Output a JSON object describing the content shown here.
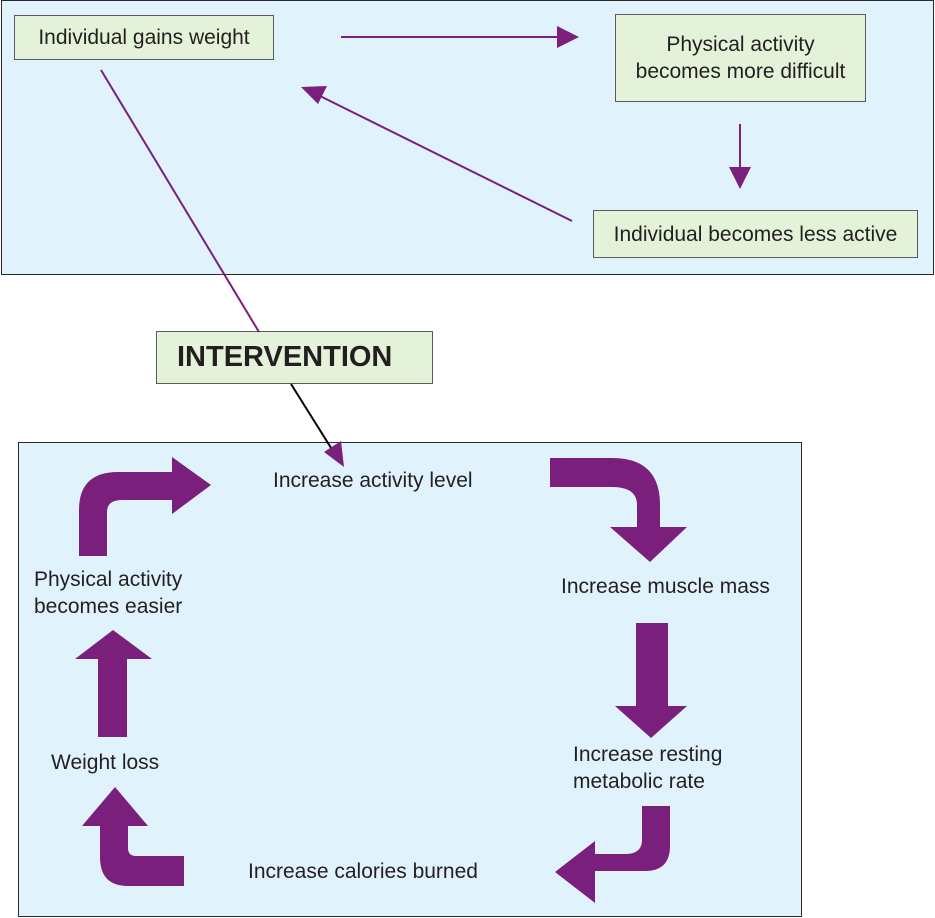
{
  "colors": {
    "arrow": "#7a1f7b",
    "panel_background": "#e0f3fd",
    "box_background": "#e4f2d9",
    "intervention_line": "#000000"
  },
  "top_cycle": {
    "gains_weight": "Individual gains weight",
    "activity_harder": "Physical activity\nbecomes more difficult",
    "less_active": "Individual becomes less active"
  },
  "intervention": "INTERVENTION",
  "bottom_cycle": {
    "increase_activity": "Increase activity level",
    "increase_muscle": "Increase muscle mass",
    "increase_rmr": "Increase resting\nmetabolic rate",
    "increase_calories": "Increase calories burned",
    "weight_loss": "Weight loss",
    "activity_easier": "Physical activity\nbecomes easier"
  }
}
